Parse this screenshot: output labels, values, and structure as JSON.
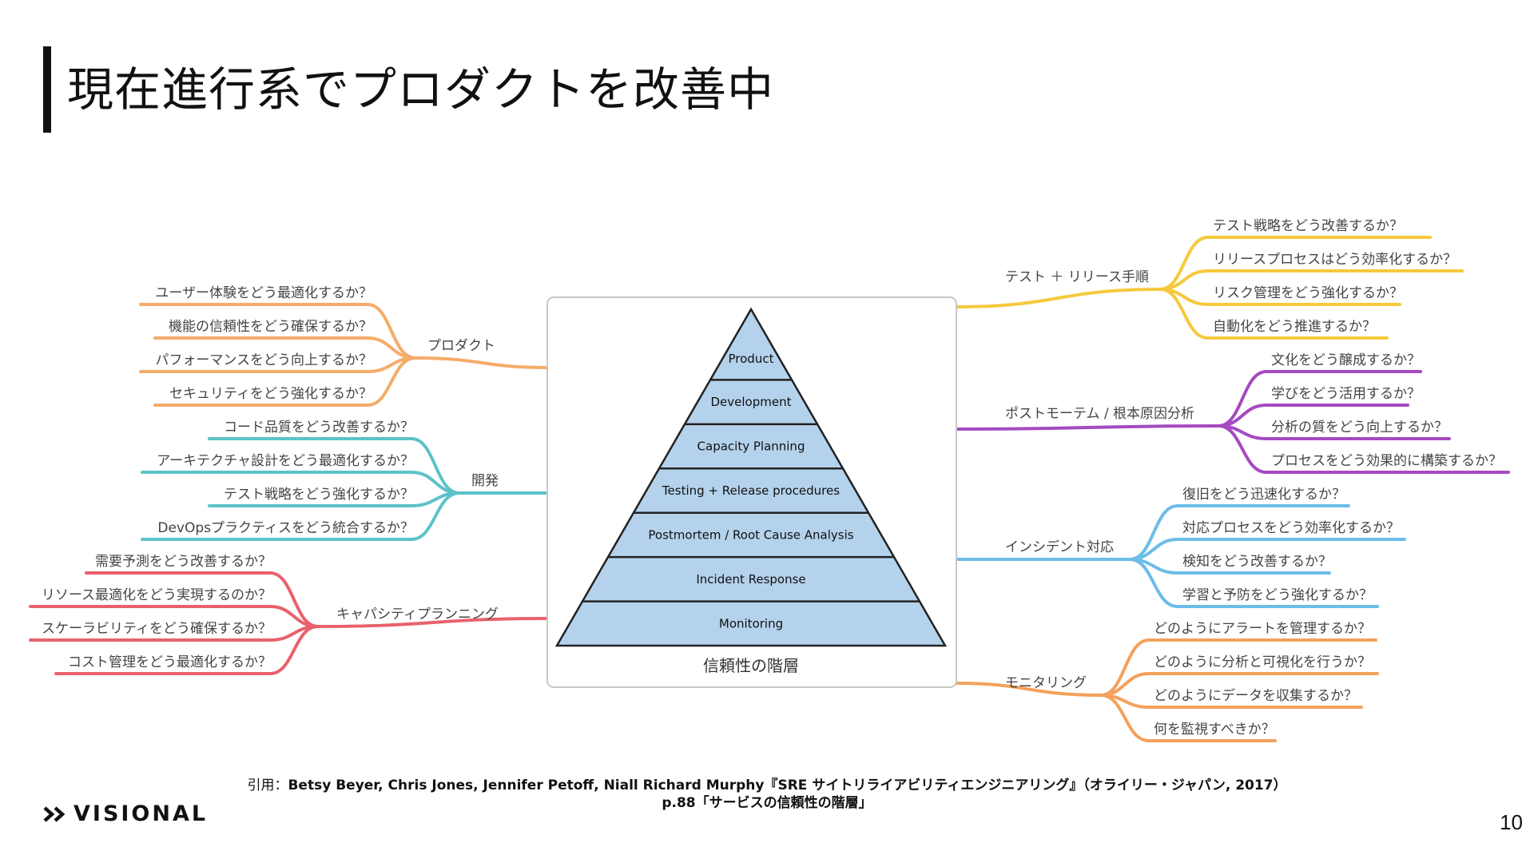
{
  "slide": {
    "title": "現在進行系でプロダクトを改善中",
    "page_number": "10",
    "logo_text": "VISIONAL",
    "citation_prefix": "引用：",
    "citation_main": "Betsy Beyer, Chris Jones, Jennifer Petoff, Niall Richard Murphy『SRE サイトリライアビリティエンジニアリング』（オライリー・ジャパン, 2017）",
    "citation_page": "p.88「サービスの信頼性の階層」"
  },
  "pyramid": {
    "caption": "信頼性の階層",
    "levels": [
      "Product",
      "Development",
      "Capacity Planning",
      "Testing + Release procedures",
      "Postmortem / Root Cause Analysis",
      "Incident Response",
      "Monitoring"
    ],
    "fill": "#b4d2ec"
  },
  "branches": {
    "left": [
      {
        "label": "プロダクト",
        "color": "#f5ac6a",
        "items": [
          "ユーザー体験をどう最適化するか？",
          "機能の信頼性をどう確保するか？",
          "パフォーマンスをどう向上するか？",
          "セキュリティをどう強化するか？"
        ]
      },
      {
        "label": "開発",
        "color": "#5cc2c8",
        "items": [
          "コード品質をどう改善するか？",
          "アーキテクチャ設計をどう最適化するか？",
          "テスト戦略をどう強化するか？",
          "DevOpsプラクティスをどう統合するか？"
        ]
      },
      {
        "label": "キャパシティプランニング",
        "color": "#e8616c",
        "items": [
          "需要予測をどう改善するか？",
          "リソース最適化をどう実現するのか？",
          "スケーラビリティをどう確保するか？",
          "コスト管理をどう最適化するか？"
        ]
      }
    ],
    "right": [
      {
        "label": "テスト ＋ リリース手順",
        "color": "#f6c93c",
        "items": [
          "テスト戦略をどう改善するか？",
          "リリースプロセスはどう効率化するか？",
          "リスク管理をどう強化するか？",
          "自動化をどう推進するか？"
        ]
      },
      {
        "label": "ポストモーテム / 根本原因分析",
        "color": "#a54ac0",
        "items": [
          "文化をどう醸成するか？",
          "学びをどう活用するか？",
          "分析の質をどう向上するか？",
          "プロセスをどう効果的に構築するか？"
        ]
      },
      {
        "label": "インシデント対応",
        "color": "#6cbde8",
        "items": [
          "復旧をどう迅速化するか？",
          "対応プロセスをどう効率化するか？",
          "検知をどう改善するか？",
          "学習と予防をどう強化するか？"
        ]
      },
      {
        "label": "モニタリング",
        "color": "#f3a15c",
        "items": [
          "どのようにアラートを管理するか？",
          "どのように分析と可視化を行うか？",
          "どのようにデータを収集するか？",
          "何を監視すべきか？"
        ]
      }
    ]
  }
}
